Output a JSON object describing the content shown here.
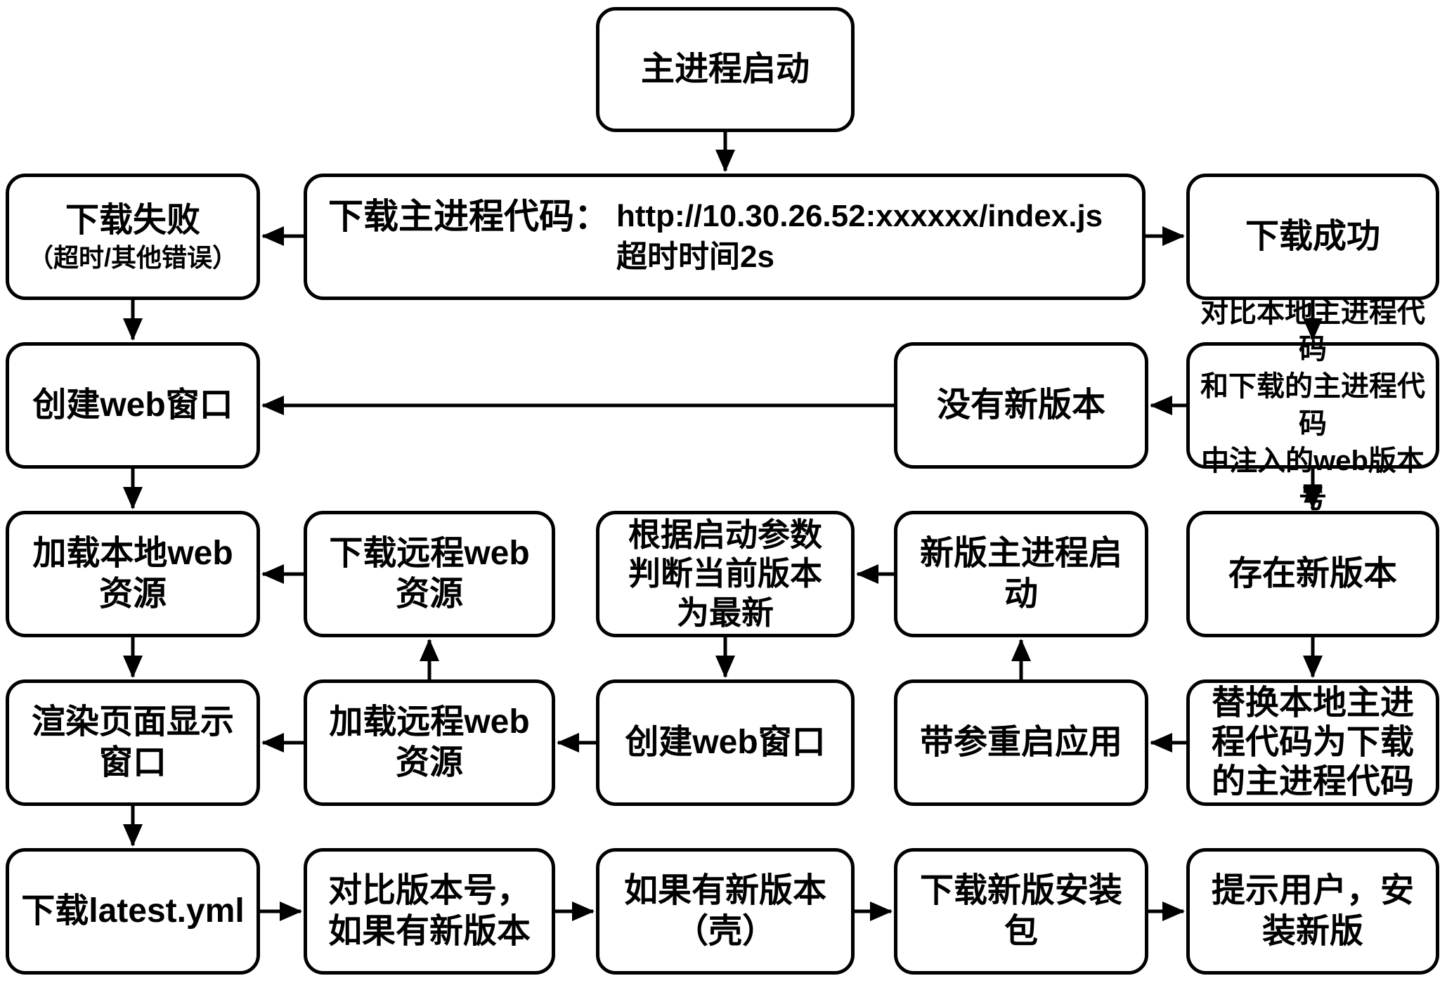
{
  "diagram": {
    "type": "flowchart",
    "colors": {
      "stroke": "#000000",
      "fill": "#ffffff",
      "background": "#ffffff"
    },
    "nodes": {
      "main_start": {
        "label": "主进程启动"
      },
      "download_code": {
        "label": "下载主进程代码：",
        "url": "http://10.30.26.52:xxxxxx/index.js",
        "timeout": "超时时间2s"
      },
      "download_fail": {
        "line1": "下载失败",
        "line2": "（超时/其他错误）"
      },
      "download_success": {
        "label": "下载成功"
      },
      "create_web_window_1": {
        "label": "创建web窗口"
      },
      "no_new_version": {
        "label": "没有新版本"
      },
      "compare_web_version": {
        "label": "对比本地主进程代码\n和下载的主进程代码\n中注入的web版本号"
      },
      "load_local_web": {
        "label": "加载本地web\n资源"
      },
      "download_remote_web": {
        "label": "下载远程web\n资源"
      },
      "judge_latest": {
        "label": "根据启动参数\n判断当前版本\n为最新"
      },
      "new_main_start": {
        "label": "新版主进程启\n动"
      },
      "exist_new_version": {
        "label": "存在新版本"
      },
      "render_page": {
        "label": "渲染页面显示\n窗口"
      },
      "load_remote_web": {
        "label": "加载远程web\n资源"
      },
      "create_web_window_2": {
        "label": "创建web窗口"
      },
      "restart_with_args": {
        "label": "带参重启应用"
      },
      "replace_local_code": {
        "label": "替换本地主进\n程代码为下载\n的主进程代码"
      },
      "download_latest_yml": {
        "label": "下载latest.yml"
      },
      "compare_version": {
        "label": "对比版本号，\n如果有新版本"
      },
      "if_new_version_shell": {
        "label": "如果有新版本\n（壳）"
      },
      "download_installer": {
        "label": "下载新版安装\n包"
      },
      "prompt_install": {
        "label": "提示用户，安\n装新版"
      }
    },
    "edges": [
      {
        "from": "main_start",
        "to": "download_code"
      },
      {
        "from": "download_code",
        "to": "download_fail"
      },
      {
        "from": "download_code",
        "to": "download_success"
      },
      {
        "from": "download_fail",
        "to": "create_web_window_1"
      },
      {
        "from": "download_success",
        "to": "compare_web_version"
      },
      {
        "from": "compare_web_version",
        "to": "no_new_version"
      },
      {
        "from": "no_new_version",
        "to": "create_web_window_1"
      },
      {
        "from": "create_web_window_1",
        "to": "load_local_web"
      },
      {
        "from": "compare_web_version",
        "to": "exist_new_version"
      },
      {
        "from": "download_remote_web",
        "to": "load_local_web"
      },
      {
        "from": "new_main_start",
        "to": "judge_latest"
      },
      {
        "from": "exist_new_version",
        "to": "replace_local_code"
      },
      {
        "from": "load_local_web",
        "to": "render_page"
      },
      {
        "from": "judge_latest",
        "to": "create_web_window_2"
      },
      {
        "from": "load_remote_web",
        "to": "download_remote_web"
      },
      {
        "from": "restart_with_args",
        "to": "new_main_start"
      },
      {
        "from": "replace_local_code",
        "to": "restart_with_args"
      },
      {
        "from": "create_web_window_2",
        "to": "load_remote_web"
      },
      {
        "from": "load_remote_web",
        "to": "render_page"
      },
      {
        "from": "render_page",
        "to": "download_latest_yml"
      },
      {
        "from": "download_latest_yml",
        "to": "compare_version"
      },
      {
        "from": "compare_version",
        "to": "if_new_version_shell"
      },
      {
        "from": "if_new_version_shell",
        "to": "download_installer"
      },
      {
        "from": "download_installer",
        "to": "prompt_install"
      }
    ]
  }
}
